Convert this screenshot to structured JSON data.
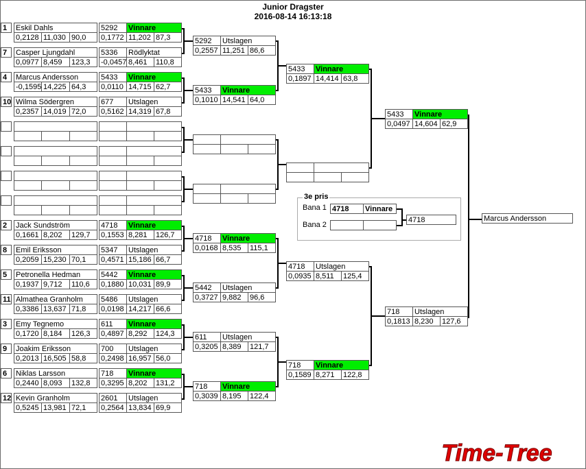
{
  "title": "Junior Dragster",
  "datetime": "2016-08-14 16:13:18",
  "r1": [
    {
      "seed": "1",
      "name": "Eskil Dahls",
      "rt": "0,2128",
      "et": "11,030",
      "sp": "90,0",
      "num": "5292",
      "res": "Vinnare",
      "rt2": "0,1772",
      "et2": "11,202",
      "sp2": "87,3",
      "win": true
    },
    {
      "seed": "7",
      "name": "Casper Ljungdahl",
      "rt": "0,0977",
      "et": "8,459",
      "sp": "123,3",
      "num": "5336",
      "res": "Rödlyktat",
      "rt2": "-0,0457",
      "et2": "8,461",
      "sp2": "110,8",
      "win": false
    },
    {
      "seed": "4",
      "name": "Marcus Andersson",
      "rt": "-0,1595",
      "et": "14,225",
      "sp": "64,3",
      "num": "5433",
      "res": "Vinnare",
      "rt2": "0,0110",
      "et2": "14,715",
      "sp2": "62,7",
      "win": true
    },
    {
      "seed": "10",
      "name": "Wilma Södergren",
      "rt": "0,2357",
      "et": "14,019",
      "sp": "72,0",
      "num": "677",
      "res": "Utslagen",
      "rt2": "0,5162",
      "et2": "14,319",
      "sp2": "67,8",
      "win": false
    },
    {
      "seed": "",
      "name": "",
      "rt": "",
      "et": "",
      "sp": "",
      "num": "",
      "res": "",
      "rt2": "",
      "et2": "",
      "sp2": "",
      "win": false
    },
    {
      "seed": "",
      "name": "",
      "rt": "",
      "et": "",
      "sp": "",
      "num": "",
      "res": "",
      "rt2": "",
      "et2": "",
      "sp2": "",
      "win": false
    },
    {
      "seed": "",
      "name": "",
      "rt": "",
      "et": "",
      "sp": "",
      "num": "",
      "res": "",
      "rt2": "",
      "et2": "",
      "sp2": "",
      "win": false
    },
    {
      "seed": "",
      "name": "",
      "rt": "",
      "et": "",
      "sp": "",
      "num": "",
      "res": "",
      "rt2": "",
      "et2": "",
      "sp2": "",
      "win": false
    },
    {
      "seed": "2",
      "name": "Jack Sundström",
      "rt": "0,1661",
      "et": "8,202",
      "sp": "129,7",
      "num": "4718",
      "res": "Vinnare",
      "rt2": "0,1553",
      "et2": "8,281",
      "sp2": "126,7",
      "win": true
    },
    {
      "seed": "8",
      "name": "Emil Eriksson",
      "rt": "0,2059",
      "et": "15,230",
      "sp": "70,1",
      "num": "5347",
      "res": "Utslagen",
      "rt2": "0,4571",
      "et2": "15,186",
      "sp2": "66,7",
      "win": false
    },
    {
      "seed": "5",
      "name": "Petronella Hedman",
      "rt": "0,1937",
      "et": "9,712",
      "sp": "110,6",
      "num": "5442",
      "res": "Vinnare",
      "rt2": "0,1880",
      "et2": "10,031",
      "sp2": "89,9",
      "win": true
    },
    {
      "seed": "11",
      "name": "Almathea Granholm",
      "rt": "0,3386",
      "et": "13,637",
      "sp": "71,8",
      "num": "5486",
      "res": "Utslagen",
      "rt2": "0,0198",
      "et2": "14,217",
      "sp2": "66,6",
      "win": false
    },
    {
      "seed": "3",
      "name": "Emy Tegnemo",
      "rt": "0,1720",
      "et": "8,184",
      "sp": "126,3",
      "num": "611",
      "res": "Vinnare",
      "rt2": "0,4897",
      "et2": "8,292",
      "sp2": "124,3",
      "win": true
    },
    {
      "seed": "9",
      "name": "Joakim Eriksson",
      "rt": "0,2013",
      "et": "16,505",
      "sp": "58,8",
      "num": "700",
      "res": "Utslagen",
      "rt2": "0,2498",
      "et2": "16,957",
      "sp2": "56,0",
      "win": false
    },
    {
      "seed": "6",
      "name": "Niklas Larsson",
      "rt": "0,2440",
      "et": "8,093",
      "sp": "132,8",
      "num": "718",
      "res": "Vinnare",
      "rt2": "0,3295",
      "et2": "8,202",
      "sp2": "131,2",
      "win": true
    },
    {
      "seed": "12",
      "name": "Kevin Granholm",
      "rt": "0,5245",
      "et": "13,981",
      "sp": "72,1",
      "num": "2601",
      "res": "Utslagen",
      "rt2": "0,2564",
      "et2": "13,834",
      "sp2": "69,9",
      "win": false
    }
  ],
  "r2": [
    {
      "num": "5292",
      "res": "Utslagen",
      "rt": "0,2557",
      "et": "11,251",
      "sp": "86,6",
      "win": false
    },
    {
      "num": "5433",
      "res": "Vinnare",
      "rt": "0,1010",
      "et": "14,541",
      "sp": "64,0",
      "win": true
    },
    {
      "num": "",
      "res": "",
      "rt": "",
      "et": "",
      "sp": "",
      "win": false
    },
    {
      "num": "",
      "res": "",
      "rt": "",
      "et": "",
      "sp": "",
      "win": false
    },
    {
      "num": "4718",
      "res": "Vinnare",
      "rt": "0,0168",
      "et": "8,535",
      "sp": "115,1",
      "win": true
    },
    {
      "num": "5442",
      "res": "Utslagen",
      "rt": "0,3727",
      "et": "9,882",
      "sp": "96,6",
      "win": false
    },
    {
      "num": "611",
      "res": "Utslagen",
      "rt": "0,3205",
      "et": "8,389",
      "sp": "121,7",
      "win": false
    },
    {
      "num": "718",
      "res": "Vinnare",
      "rt": "0,3039",
      "et": "8,195",
      "sp": "122,4",
      "win": true
    }
  ],
  "r3": [
    {
      "num": "5433",
      "res": "Vinnare",
      "rt": "0,1897",
      "et": "14,414",
      "sp": "63,8",
      "win": true
    },
    {
      "num": "",
      "res": "",
      "rt": "",
      "et": "",
      "sp": "",
      "win": false
    },
    {
      "num": "4718",
      "res": "Utslagen",
      "rt": "0,0935",
      "et": "8,511",
      "sp": "125,4",
      "win": false
    },
    {
      "num": "718",
      "res": "Vinnare",
      "rt": "0,1589",
      "et": "8,271",
      "sp": "122,8",
      "win": true
    }
  ],
  "r4": [
    {
      "num": "5433",
      "res": "Vinnare",
      "rt": "0,0497",
      "et": "14,604",
      "sp": "62,9",
      "win": true
    },
    {
      "num": "718",
      "res": "Utslagen",
      "rt": "0,1813",
      "et": "8,230",
      "sp": "127,6",
      "win": false
    }
  ],
  "third": {
    "title": "3e pris",
    "bana1_label": "Bana 1",
    "bana2_label": "Bana 2",
    "bana1_num": "4718",
    "bana1_res": "Vinnare",
    "bana2_num": "",
    "bana2_res": "",
    "winner": "4718"
  },
  "champion": "Marcus Andersson",
  "logo_text": "Time-Tree",
  "colors": {
    "winner_bg": "#00ee00",
    "logo": "#e00000"
  }
}
